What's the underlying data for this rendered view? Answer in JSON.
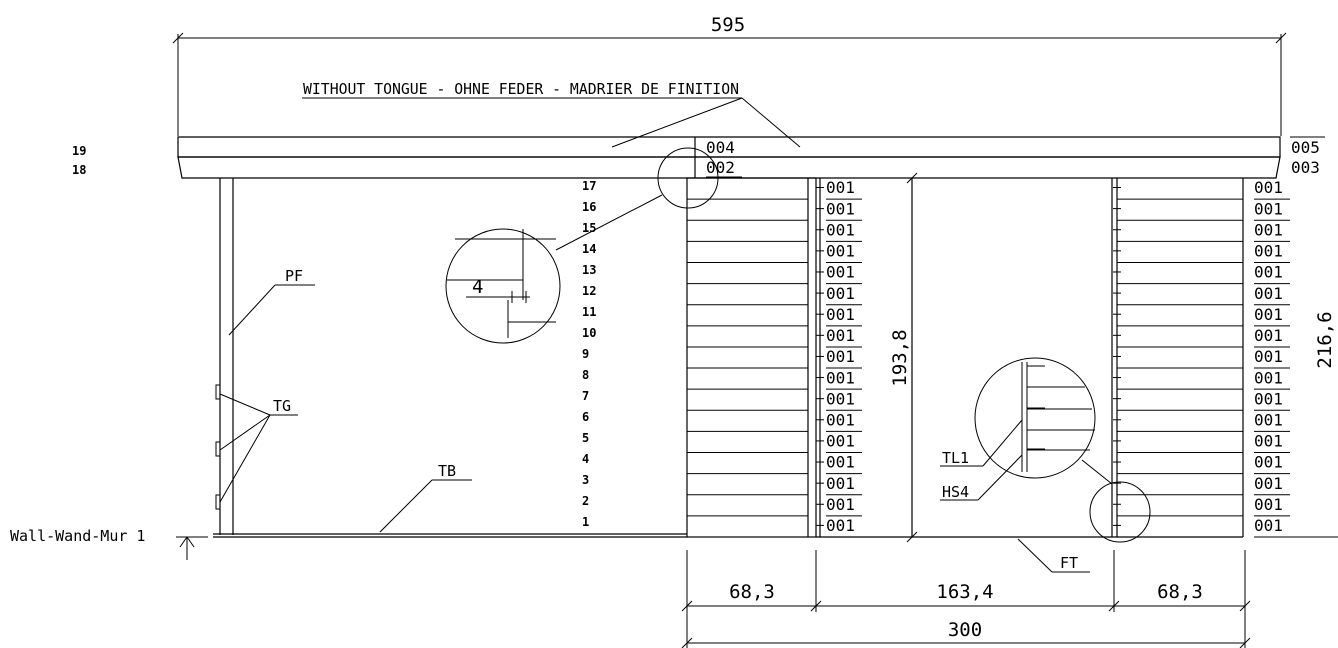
{
  "dimensions": {
    "overall_width": "595",
    "left_section": "68,3",
    "middle_section": "163,4",
    "right_section": "68,3",
    "base_width": "300",
    "door_height": "193,8",
    "wall_height": "216,6"
  },
  "labels": {
    "finishing_board": "WITHOUT TONGUE - OHNE FEDER - MADRIER DE FINITION",
    "wall_name": "Wall-Wand-Mur 1",
    "pf": "PF",
    "tg": "TG",
    "tb": "TB",
    "ft": "FT",
    "tl1": "TL1",
    "hs4": "HS4",
    "detail_dim": "4"
  },
  "rows": {
    "top_left": [
      "19",
      "18"
    ],
    "courses": [
      "17",
      "16",
      "15",
      "14",
      "13",
      "12",
      "11",
      "10",
      "9",
      "8",
      "7",
      "6",
      "5",
      "4",
      "3",
      "2",
      "1"
    ],
    "top_codes_mid": [
      "004",
      "002"
    ],
    "top_codes_right": [
      "005",
      "003"
    ],
    "course_code": "001"
  }
}
